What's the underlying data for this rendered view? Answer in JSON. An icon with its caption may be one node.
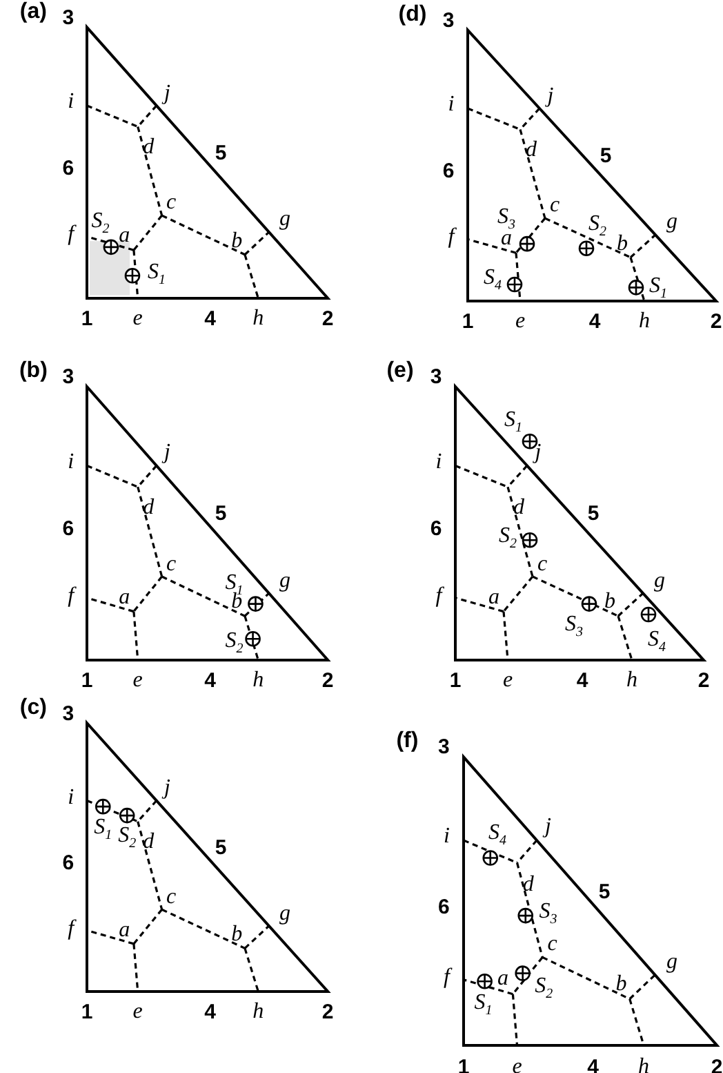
{
  "diagram": {
    "labels": [
      "(a)",
      "3",
      "i",
      "j",
      "d",
      "6",
      "5",
      "c",
      "f",
      "a",
      "g",
      "b",
      "1",
      "e",
      "4",
      "h",
      "2",
      "S$_{2}$",
      "S$_{1}$",
      "(d)",
      "3",
      "i",
      "j",
      "d",
      "6",
      "5",
      "c",
      "f",
      "a",
      "g",
      "b",
      "1",
      "e",
      "4",
      "h",
      "2",
      "S$_{3}$",
      "S$_{2}$",
      "S$_{4}$",
      "S$_{1}$",
      "(b)",
      "3",
      "i",
      "j",
      "d",
      "6",
      "5",
      "c",
      "f",
      "a",
      "g",
      "b",
      "1",
      "e",
      "4",
      "h",
      "2",
      "S$_{1}$",
      "S$_{2}$",
      "(e)",
      "3",
      "i",
      "j",
      "d",
      "6",
      "5",
      "c",
      "f",
      "a",
      "g",
      "b",
      "1",
      "e",
      "4",
      "h",
      "2",
      "S$_{1}$",
      "S$_{2}$",
      "S$_{3}$",
      "S$_{4}$",
      "(c)",
      "3",
      "i",
      "j",
      "d",
      "6",
      "5",
      "c",
      "f",
      "a",
      "g",
      "b",
      "1",
      "e",
      "4",
      "h",
      "2",
      "S$_{1}$",
      "S$_{2}$",
      "(f)",
      "3",
      "i",
      "j",
      "d",
      "6",
      "5",
      "c",
      "f",
      "a",
      "g",
      "b",
      "1",
      "e",
      "4",
      "h",
      "2",
      "S$_{4}$",
      "S$_{3}$",
      "S$_{2}$",
      "S$_{1}$"
    ]
  }
}
